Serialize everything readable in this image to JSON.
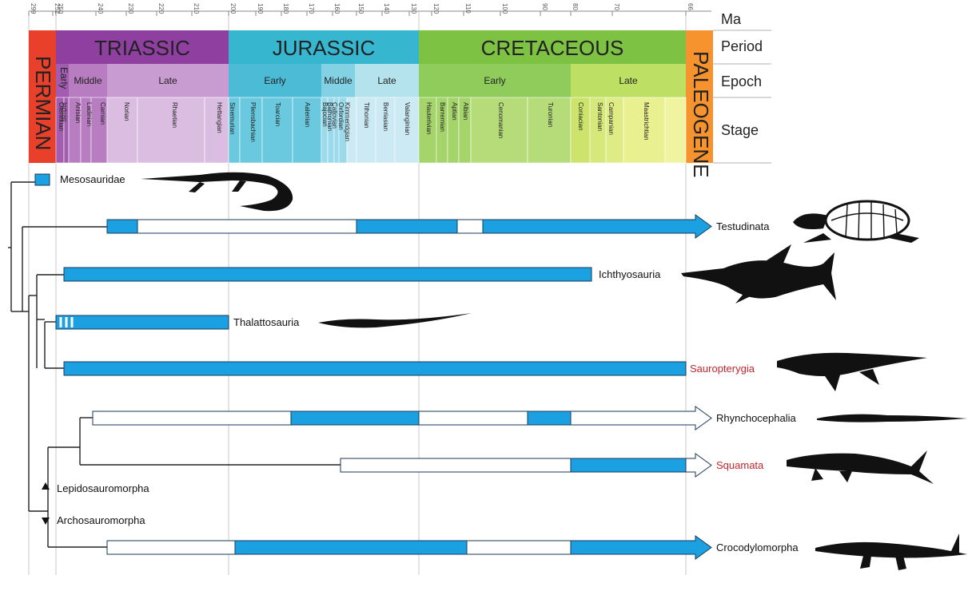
{
  "header_labels": {
    "ma": "Ma",
    "period": "Period",
    "epoch": "Epoch",
    "stage": "Stage"
  },
  "ma_ticks": [
    "299",
    "252",
    "250",
    "240",
    "230",
    "220",
    "210",
    "200",
    "190",
    "180",
    "170",
    "160",
    "150",
    "140",
    "130",
    "120",
    "110",
    "100",
    "90",
    "80",
    "70",
    "66"
  ],
  "periods": [
    {
      "name": "PERMIAN",
      "color": "#e8402a"
    },
    {
      "name": "TRIASSIC",
      "color": "#8e3fa0"
    },
    {
      "name": "JURASSIC",
      "color": "#36b7cf"
    },
    {
      "name": "CRETACEOUS",
      "color": "#7dc242"
    },
    {
      "name": "PALEOGENE",
      "color": "#f7932e"
    }
  ],
  "epochs": [
    {
      "name": "Early",
      "color": "#a25cb0"
    },
    {
      "name": "Middle",
      "color": "#b77dc0"
    },
    {
      "name": "Late",
      "color": "#c99cd1"
    },
    {
      "name": "Early",
      "color": "#4cbbd6"
    },
    {
      "name": "Middle",
      "color": "#82d2e4"
    },
    {
      "name": "Late",
      "color": "#b4e3ee"
    },
    {
      "name": "Early",
      "color": "#8fcc5c"
    },
    {
      "name": "Late",
      "color": "#bde064"
    }
  ],
  "stages": [
    "Olenekian",
    "Induan",
    "Anisian",
    "Ladinian",
    "Carnian",
    "Norian",
    "Rhaetian",
    "Hettangian",
    "Sinemurian",
    "Pliensbachian",
    "Toarcian",
    "Aalenian",
    "Bajocian",
    "Bathonian",
    "Callovian",
    "Oxfordian",
    "Kimmeridgian",
    "Tithonian",
    "Berriasian",
    "Valanginian",
    "Hauterivian",
    "Barremian",
    "Aptian",
    "Albian",
    "Cenomanian",
    "Turonian",
    "Coniacian",
    "Santonian",
    "Campanian",
    "Maastrichtian"
  ],
  "taxa": [
    {
      "name": "Mesosauridae",
      "color": "#111111"
    },
    {
      "name": "Testudinata",
      "color": "#111111"
    },
    {
      "name": "Ichthyosauria",
      "color": "#111111"
    },
    {
      "name": "Thalattosauria",
      "color": "#111111"
    },
    {
      "name": "Sauropterygia",
      "color": "#c0272d"
    },
    {
      "name": "Rhynchocephalia",
      "color": "#111111"
    },
    {
      "name": "Squamata",
      "color": "#c0272d"
    },
    {
      "name": "Crocodylomorpha",
      "color": "#111111"
    }
  ],
  "nodes": {
    "lepido": "Lepidosauromorpha",
    "archo": "Archosauromorpha"
  },
  "colors": {
    "range_fill": "#1ba1e2",
    "range_stroke": "#1a3a5a",
    "ghost_fill": "#ffffff"
  },
  "silhouettes": [
    "mesosaur-silhouette",
    "turtle-silhouette",
    "ichthyosaur-silhouette",
    "thalattosaur-silhouette",
    "plesiosaur-silhouette",
    "rhynchocephalian-silhouette",
    "mosasaur-silhouette",
    "crocodylomorph-silhouette"
  ]
}
